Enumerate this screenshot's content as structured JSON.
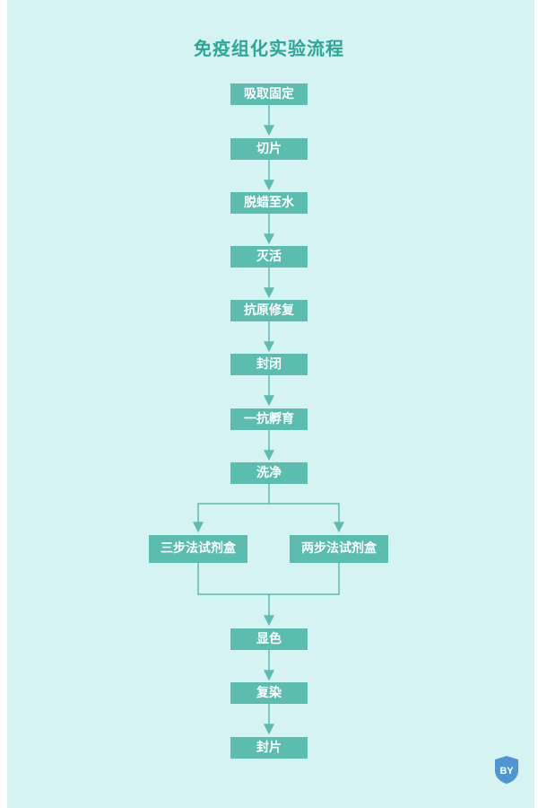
{
  "title": "免疫组化实验流程",
  "steps": [
    "吸取固定",
    "切片",
    "脱蜡至水",
    "灭活",
    "抗原修复",
    "封闭",
    "一抗孵育",
    "洗净"
  ],
  "branches": [
    "三步法试剂盒",
    "两步法试剂盒"
  ],
  "final_steps": [
    "显色",
    "复染",
    "封片"
  ],
  "colors": {
    "background": "#d5f3f0",
    "node": "#5bbdb0",
    "title": "#2aa79a",
    "connector": "#5bbdb0"
  },
  "logo": {
    "text": "BY",
    "icon": "shield-logo-icon"
  }
}
